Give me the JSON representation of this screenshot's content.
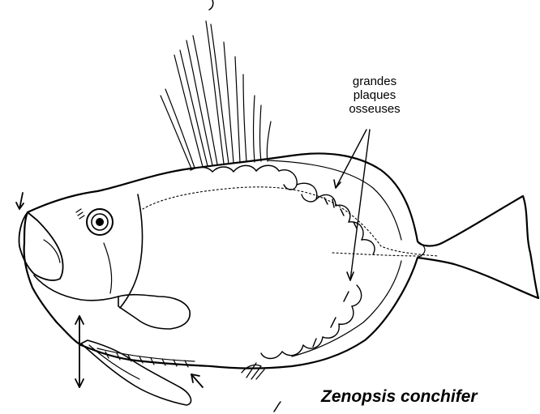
{
  "annotations": {
    "bony_plates_lines": [
      "grandes",
      "plaques",
      "osseuses"
    ],
    "species": "Zenopsis conchifer"
  },
  "colors": {
    "ink": "#000000",
    "background": "#ffffff"
  }
}
